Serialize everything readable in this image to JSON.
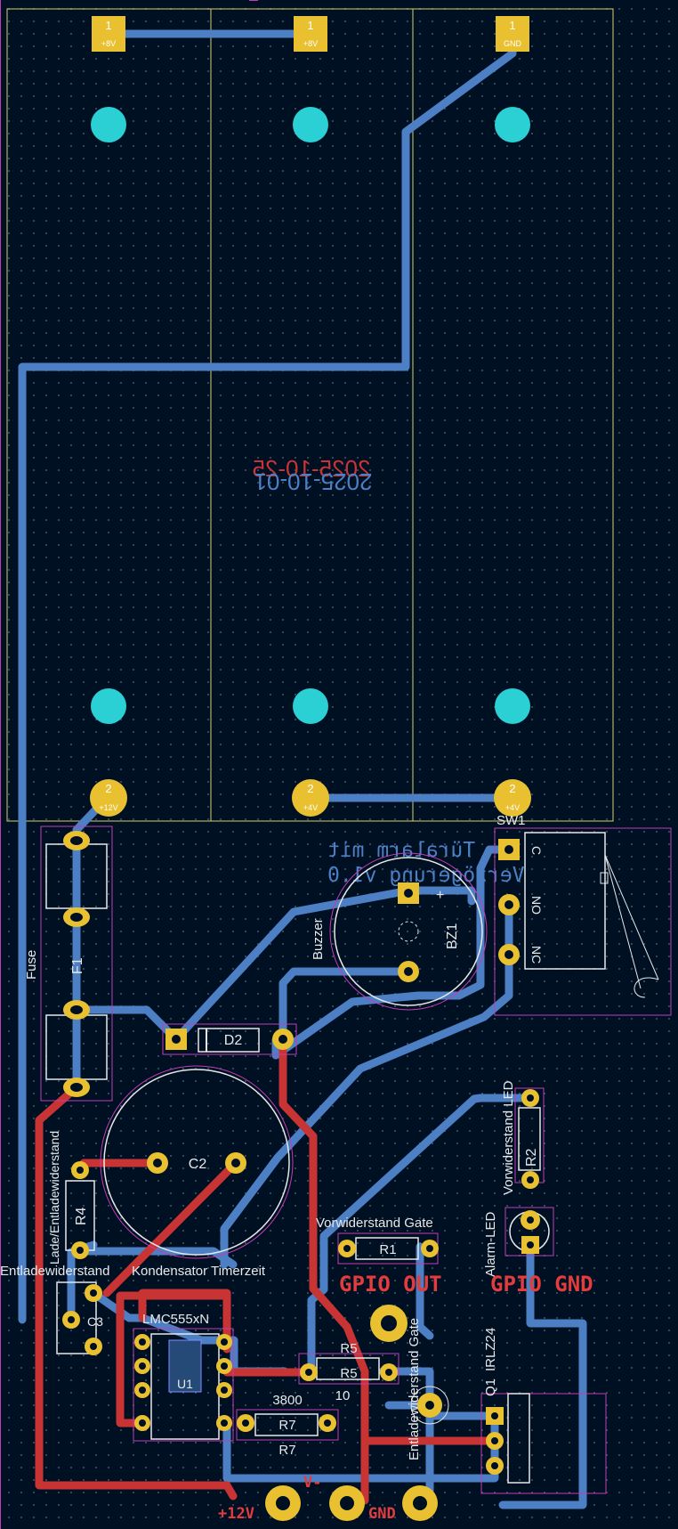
{
  "title_mirrored": "Türalarm mit",
  "subtitle_mirrored": "Verzögerung v1.0",
  "date_mirrored": "2025-10-25",
  "date_top": "2025-10-01",
  "battery_pads_top": [
    {
      "num": "1",
      "net": "+8V"
    },
    {
      "num": "1",
      "net": "+8V"
    },
    {
      "num": "1",
      "net": "GND"
    }
  ],
  "battery_pads_bottom": [
    {
      "num": "2",
      "net": "+12V"
    },
    {
      "num": "2",
      "net": "+4V"
    },
    {
      "num": "2",
      "net": "+4V"
    }
  ],
  "refs": {
    "fuse_label": "Fuse",
    "f1": "F1",
    "d2": "D2",
    "buzzer_label": "Buzzer",
    "bz1": "BZ1",
    "bz_plus": "+",
    "sw1": "SW1",
    "sw_c": "C",
    "sw_no": "NO",
    "sw_nc": "NC",
    "c2": "C2",
    "r4": "R4",
    "r4_desc": "Lade/Entladewiderstand",
    "entlade_desc": "Entladewiderstand",
    "c3_desc": "Kondensator Timerzeit",
    "led_r_desc": "Vorwiderstand LED",
    "r2": "R2",
    "led_desc": "Alarm-LED",
    "r1": "R1",
    "r1_desc": "Vorwiderstand Gate",
    "r5": "R5",
    "r5_value": "10",
    "r5_desc": "Entladewiderstand Gate",
    "r7": "R7",
    "r7_value": "3800",
    "u1_value": "LMC555xN",
    "u1": "U1",
    "q1": "Q1",
    "q1_value": "IRLZ24",
    "c3": "C3"
  },
  "fab_labels": {
    "gpio_out": "GPIO OUT",
    "gpio_gnd": "GPIO GND",
    "v_minus": "V-",
    "plus12": "+12V",
    "gnd": "GND"
  }
}
